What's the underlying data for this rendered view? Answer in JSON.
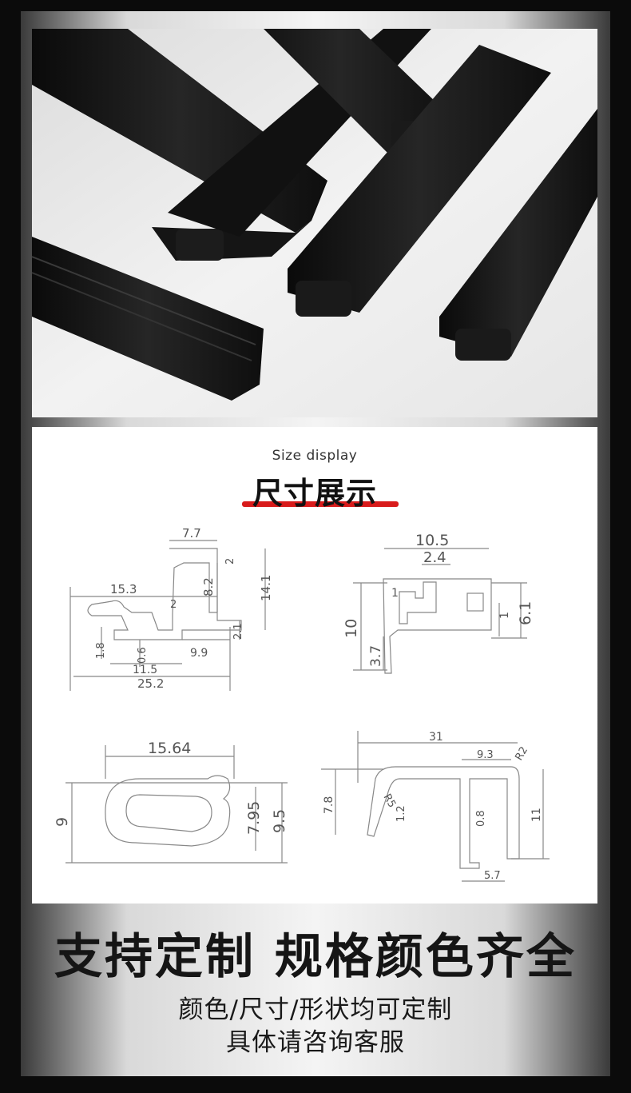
{
  "size_display": {
    "subtitle": "Size display",
    "title": "尺寸展示"
  },
  "diagram_1": {
    "dims": [
      "7.7",
      "2",
      "15.3",
      "2",
      "8.2",
      "14.1",
      "2.1",
      "1.8",
      "0.6",
      "9.9",
      "11.5",
      "25.2"
    ]
  },
  "diagram_2": {
    "dims": [
      "10.5",
      "2.4",
      "1",
      "10",
      "6.1",
      "1",
      "3.7"
    ]
  },
  "diagram_3": {
    "dims": [
      "15.64",
      "9",
      "7.95",
      "9.5"
    ]
  },
  "diagram_4": {
    "dims": [
      "31",
      "9.3",
      "R2",
      "7.8",
      "R5",
      "1.2",
      "0.8",
      "11",
      "5.7"
    ]
  },
  "footer": {
    "headline": "支持定制 规格颜色齐全",
    "line1": "颜色/尺寸/形状均可定制",
    "line2": "具体请咨询客服"
  },
  "colors": {
    "accent": "#d81b1b",
    "background": "#0b0b0b",
    "strip": "#121212"
  }
}
